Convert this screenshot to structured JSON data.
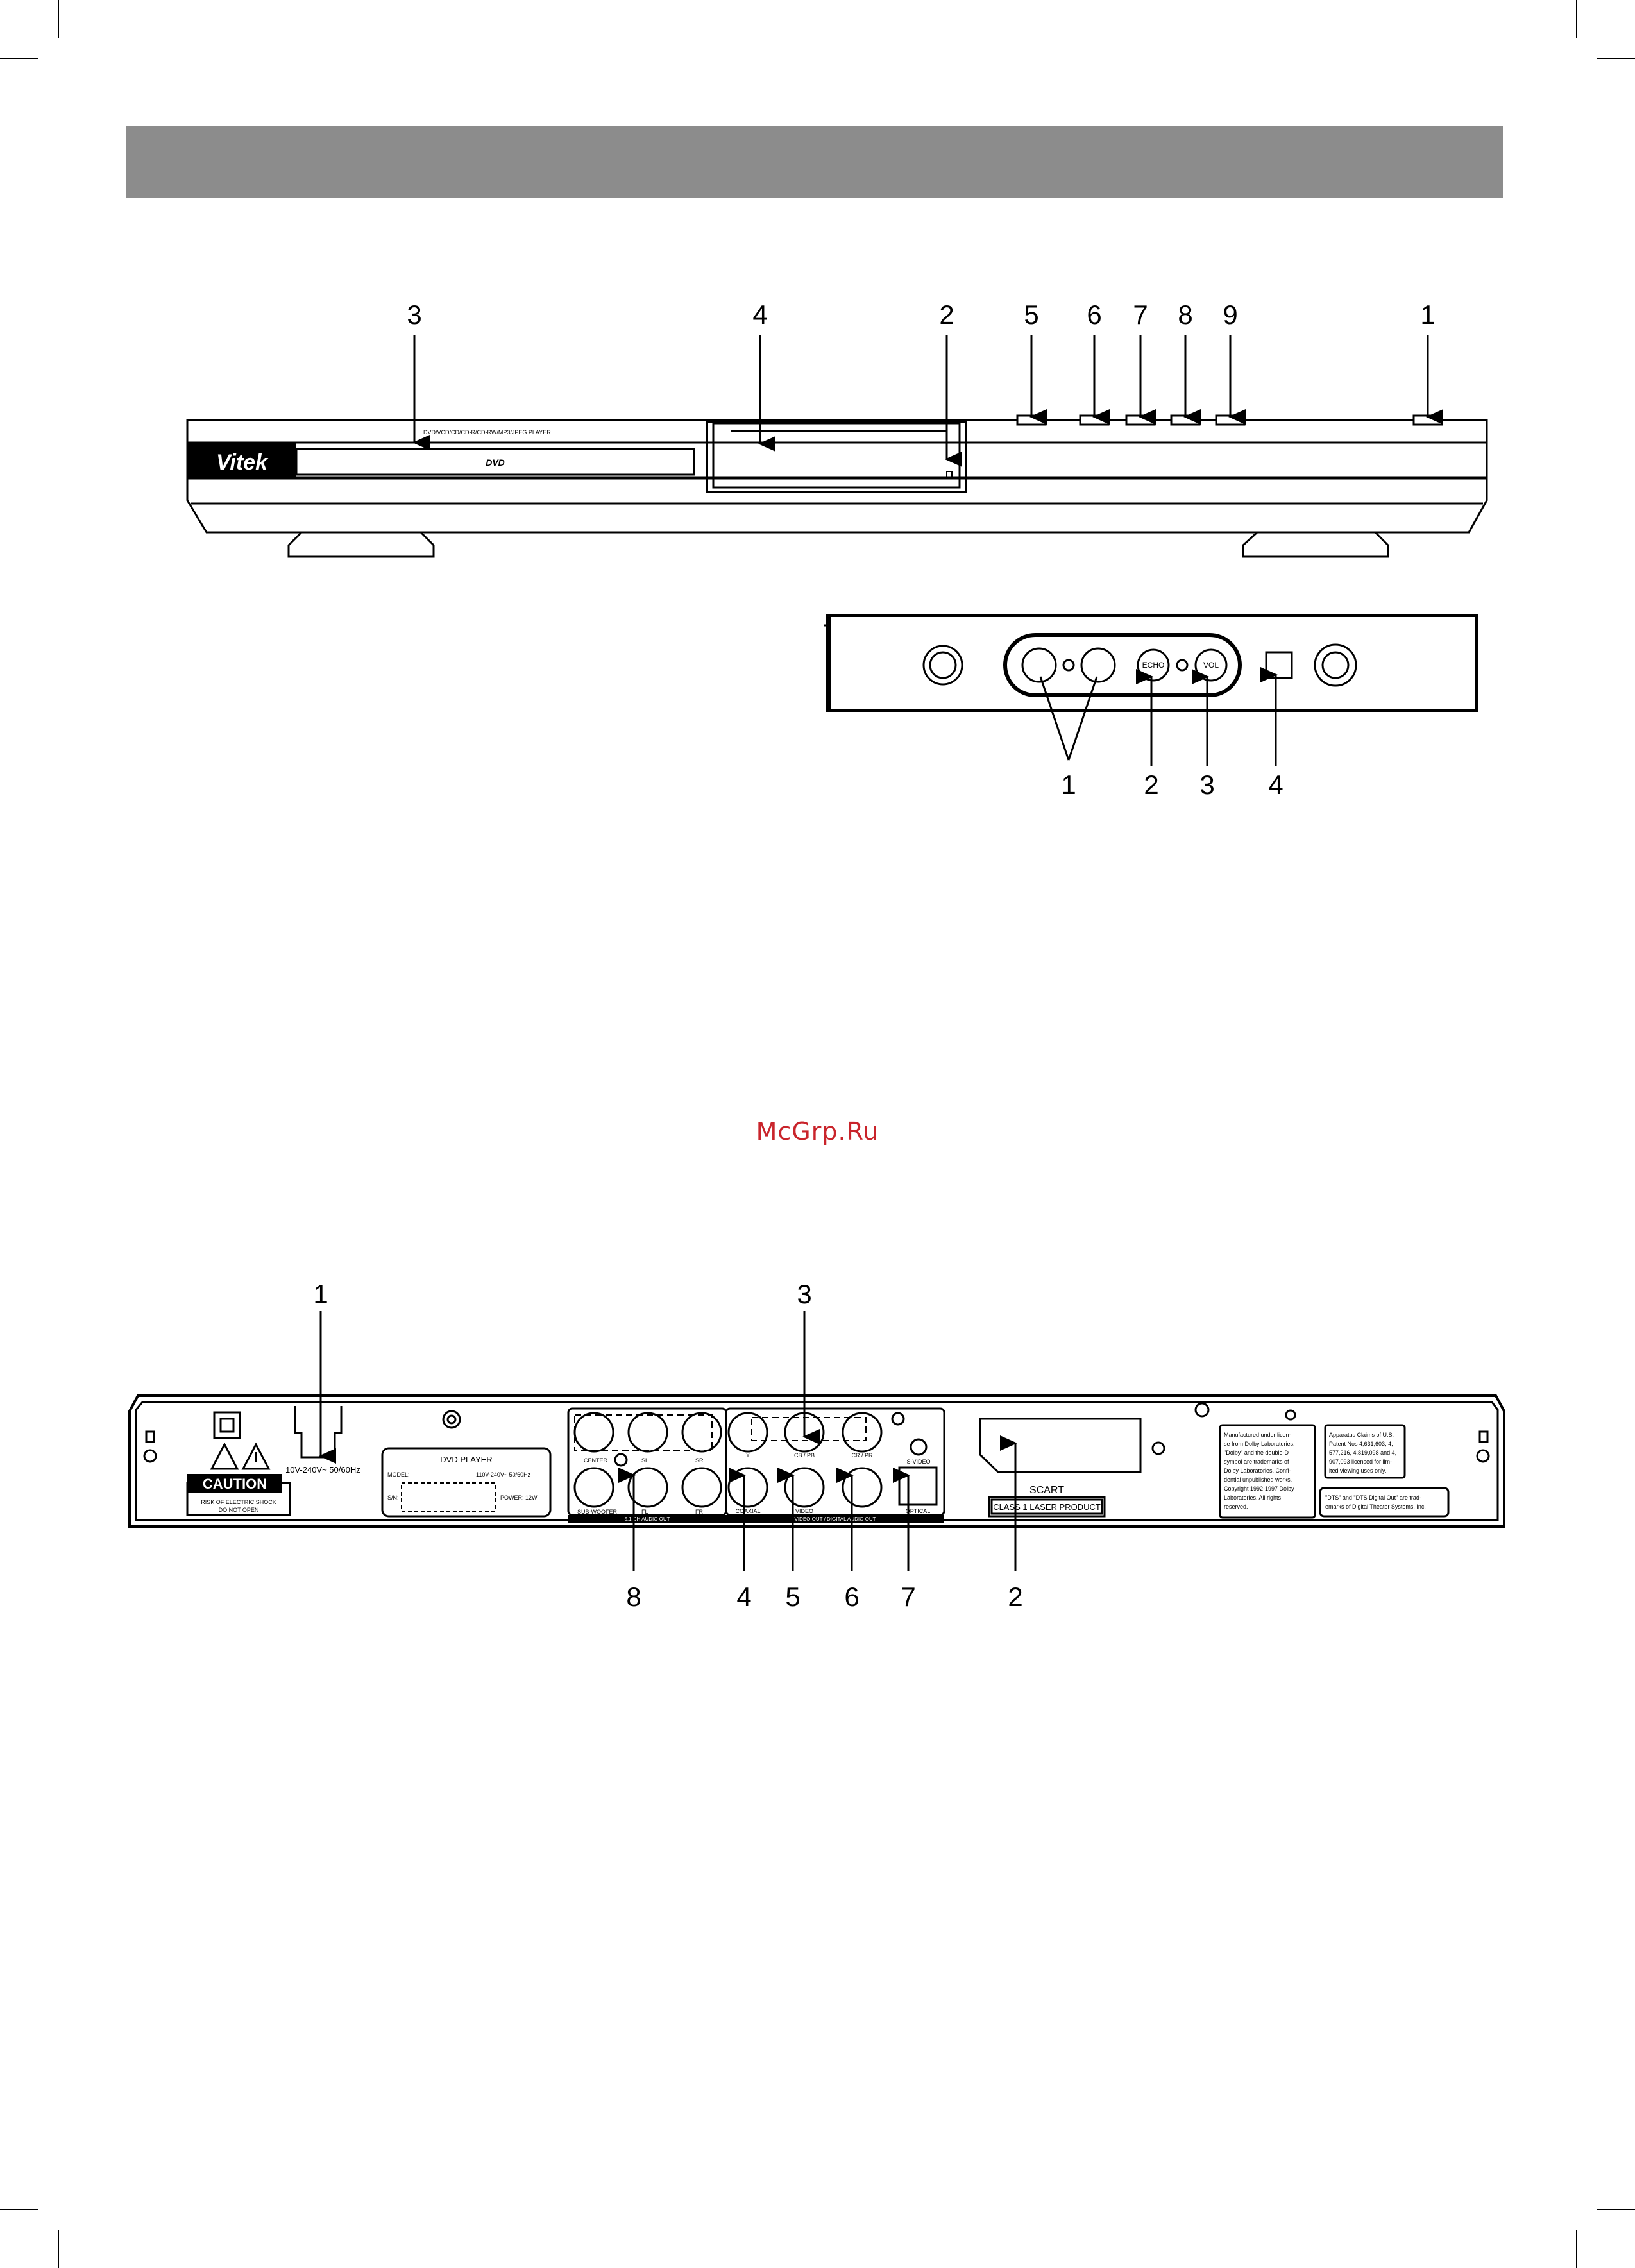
{
  "watermark": "McGrp.Ru",
  "front_panel": {
    "brand": "Vitek",
    "format_line": "DVD/VCD/CD/CD-R/CD-RW/MP3/JPEG PLAYER",
    "display_label": "DVD",
    "callouts": [
      "3",
      "4",
      "2",
      "5",
      "6",
      "7",
      "8",
      "9",
      "1"
    ]
  },
  "karaoke_panel": {
    "echo_label": "ECHO",
    "vol_label": "VOL",
    "callouts": [
      "1",
      "2",
      "3",
      "4"
    ]
  },
  "rear_panel": {
    "power_label": "10V-240V~ 50/60Hz",
    "caution_label": "CAUTION",
    "shock_line1": "RISK OF ELECTRIC SHOCK",
    "shock_line2": "DO NOT OPEN",
    "plate_title": "DVD PLAYER",
    "plate_model": "MODEL:",
    "plate_voltage": "110V-240V~ 50/60Hz",
    "plate_sn": "S/N:",
    "plate_power": "POWER: 12W",
    "audio_jacks": [
      "CENTER",
      "SL",
      "SR",
      "SUB-WOOFER",
      "FL",
      "FR"
    ],
    "audio_group": "5.1 CH AUDIO OUT",
    "video_jacks": [
      "Y",
      "CB / PB",
      "CR / PR",
      "S-VIDEO",
      "COAXIAL",
      "VIDEO",
      "OPTICAL"
    ],
    "video_group": "VIDEO OUT / DIGITAL AUDIO OUT",
    "scart_label": "SCART",
    "laser_label": "CLASS 1 LASER PRODUCT",
    "dolby_lines": [
      "Manufactured under licen-",
      "se from Dolby Laboratories.",
      "\"Dolby\" and the double-D",
      "symbol are trademarks of",
      "Dolby Laboratories. Confi-",
      "dential unpublished works.",
      "Copyright 1992-1997 Dolby",
      "Laboratories. All rights",
      "reserved."
    ],
    "patent_lines": [
      "Apparatus Claims of U.S.",
      "Patent Nos 4,631,603, 4,",
      "577,216, 4,819,098 and 4,",
      "907,093 licensed for lim-",
      "ited viewing uses only."
    ],
    "dts_lines": [
      "\"DTS\" and \"DTS Digital Out\" are trad-",
      "emarks of Digital Theater Systems, Inc."
    ],
    "callouts": [
      "1",
      "3",
      "8",
      "4",
      "5",
      "6",
      "7",
      "2"
    ]
  }
}
